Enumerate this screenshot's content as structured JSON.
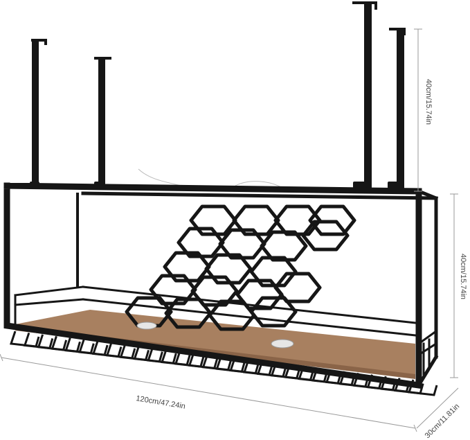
{
  "dimensions": {
    "width": "120cm/47.24in",
    "depth": "30cm/11.81in",
    "hanger_height": "40cm/15.74in",
    "frame_height": "40cm/15.74in"
  },
  "colors": {
    "frame": "#161616",
    "shelf_wood": "#a88060",
    "dimension_line": "#9a9a9a",
    "dimension_text": "#444444",
    "background": "#ffffff"
  }
}
